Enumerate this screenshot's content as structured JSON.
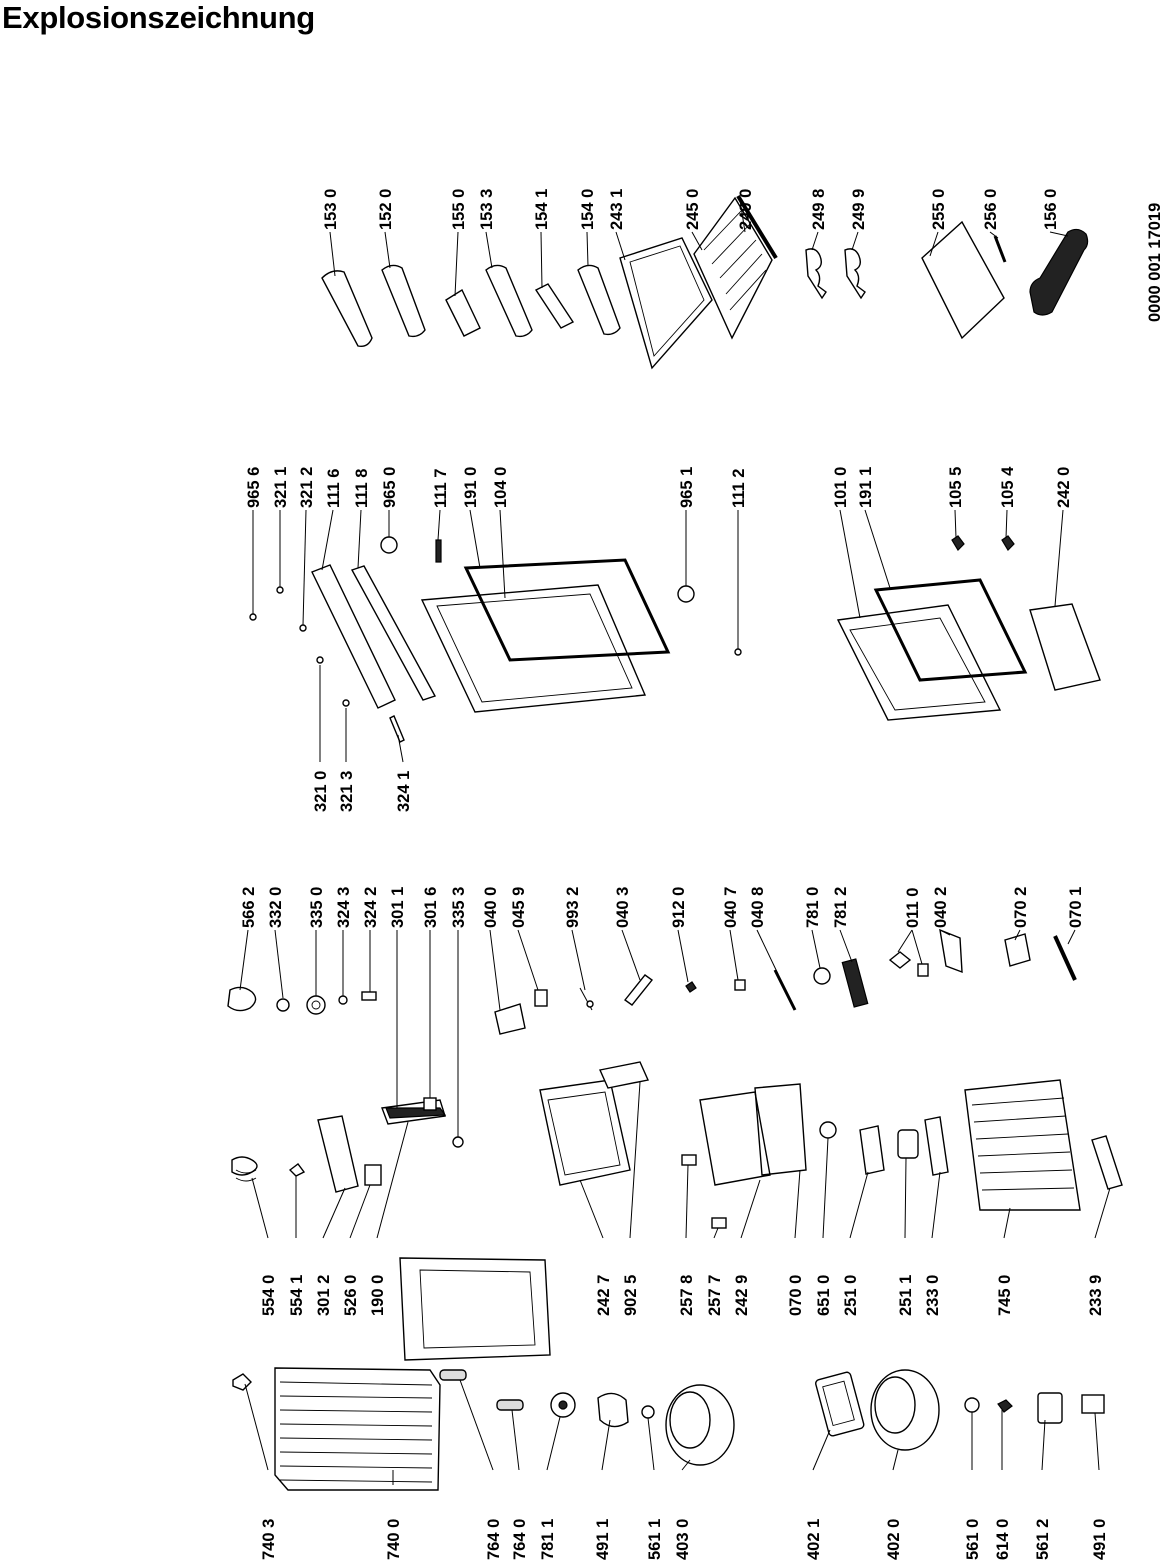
{
  "title": "Explosionszeichnung",
  "drawing_number": "0000 001 17019",
  "columns": [
    {
      "id": "col1",
      "labels": [
        "740 3",
        "740 0",
        "764 0",
        "764 0",
        "781 1",
        "491 1",
        "561 1",
        "403 0",
        "402 1",
        "402 0",
        "561 0",
        "614 0",
        "561 2",
        "491 0"
      ]
    },
    {
      "id": "col2",
      "labels": [
        "554 0",
        "554 1",
        "301 2",
        "526 0",
        "190 0",
        "242 7",
        "902 5",
        "257 8",
        "257 7",
        "242 9",
        "070 0",
        "651 0",
        "251 0",
        "251 1",
        "233 0",
        "745 0",
        "233 9"
      ]
    },
    {
      "id": "col3",
      "labels": [
        "566 2",
        "332 0",
        "335 0",
        "324 3",
        "324 2",
        "301 1",
        "301 6",
        "335 3",
        "040 0",
        "045 9",
        "993 2",
        "040 3",
        "912 0",
        "040 7",
        "040 8",
        "781 0",
        "781 2",
        "011 0",
        "040 2",
        "070 2",
        "070 1"
      ]
    },
    {
      "id": "col4a",
      "labels": [
        "321 0",
        "321 3",
        "324 1"
      ]
    },
    {
      "id": "col4b",
      "labels": [
        "965 6",
        "321 1",
        "321 2",
        "111 6",
        "111 8",
        "965 0",
        "111 7",
        "191 0",
        "104 0",
        "965 1",
        "111 2",
        "101 0",
        "191 1",
        "105 5",
        "105 4",
        "242 0"
      ]
    },
    {
      "id": "col5",
      "labels": [
        "153 0",
        "152 0",
        "155 0",
        "153 3",
        "154 1",
        "154 0",
        "243 1",
        "245 0",
        "249 0",
        "249 8",
        "249 9",
        "255 0",
        "256 0",
        "156 0"
      ]
    }
  ]
}
